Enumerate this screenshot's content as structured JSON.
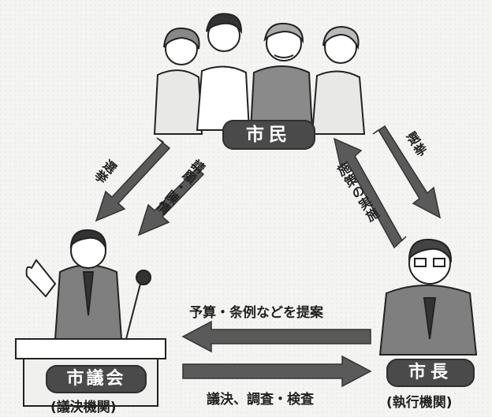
{
  "nodes": {
    "citizens": "市民",
    "assembly": "市議会",
    "assembly_role": "(議決機関)",
    "mayor": "市長",
    "mayor_role": "(執行機関)"
  },
  "arrows": {
    "citizens_to_assembly": "選挙",
    "citizens_to_assembly_petition": "請願・陳情",
    "mayor_to_citizens": "施策の実施",
    "citizens_to_mayor": "選挙",
    "mayor_to_assembly": "予算・条例などを提案",
    "assembly_to_mayor": "議決、調査・検査"
  },
  "colors": {
    "arrow": "#5a5a5a",
    "pill": "#4a4a4a",
    "background": "#f4f4f2"
  }
}
